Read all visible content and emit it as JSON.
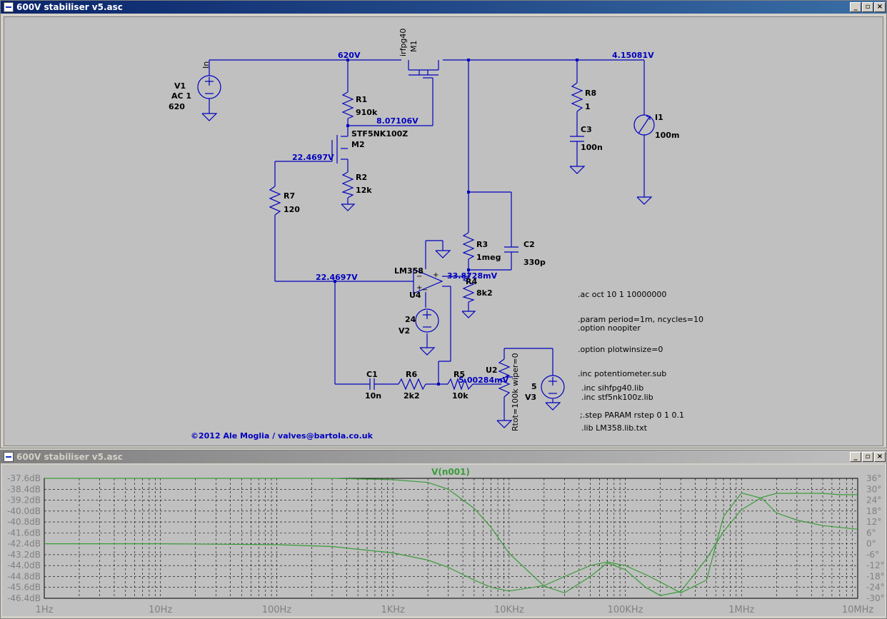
{
  "schematic_window": {
    "title": "600V stabiliser v5.asc",
    "node_labels": [
      "620V",
      "4.15081V",
      "8.07106V",
      "22.4697V",
      "22.4697V",
      "33.8728mV",
      "5.00284mV"
    ],
    "components": {
      "V1": {
        "name": "V1",
        "line2": "AC 1",
        "line3": "620",
        "net": "In"
      },
      "M1": {
        "name": "M1",
        "model": "irfpg40"
      },
      "R1": {
        "name": "R1",
        "value": "910k"
      },
      "M2": {
        "name": "M2",
        "model": "STF5NK100Z"
      },
      "R2": {
        "name": "R2",
        "value": "12k"
      },
      "R7": {
        "name": "R7",
        "value": "120"
      },
      "R8": {
        "name": "R8",
        "value": "1"
      },
      "C3": {
        "name": "C3",
        "value": "100n"
      },
      "I1": {
        "name": "I1",
        "value": "100m"
      },
      "R3": {
        "name": "R3",
        "value": "1meg"
      },
      "C2": {
        "name": "C2",
        "value": "330p"
      },
      "R4": {
        "name": "R4",
        "value": "8k2"
      },
      "U4": {
        "name": "U4",
        "model": "LM358"
      },
      "V2": {
        "name": "V2",
        "value": "24"
      },
      "C1": {
        "name": "C1",
        "value": "10n"
      },
      "R6": {
        "name": "R6",
        "value": "2k2"
      },
      "R5": {
        "name": "R5",
        "value": "10k"
      },
      "U2": {
        "name": "U2",
        "params": "Rtot=100k wiper=0"
      },
      "V3": {
        "name": "V3",
        "value": "5"
      }
    },
    "directives": [
      ".ac oct 10 1 10000000",
      ".param period=1m, ncycles=10",
      ".option noopiter",
      ".option plotwinsize=0",
      ".inc potentiometer.sub",
      ".inc sihfpg40.lib",
      ".inc stf5nk100z.lib",
      ";.step PARAM rstep 0 1 0.1",
      ".lib LM358.lib.txt"
    ],
    "copyright": "©2012 Ale Moglia / valves@bartola.co.uk"
  },
  "plot_window": {
    "title": "600V stabiliser v5.asc",
    "trace_label": "V(n001)",
    "y_left_ticks": [
      "-37.6dB",
      "-38.4dB",
      "-39.2dB",
      "-40.0dB",
      "-40.8dB",
      "-41.6dB",
      "-42.4dB",
      "-43.2dB",
      "-44.0dB",
      "-44.8dB",
      "-45.6dB",
      "-46.4dB"
    ],
    "y_right_ticks": [
      "36°",
      "30°",
      "24°",
      "18°",
      "12°",
      "6°",
      "0°",
      "-6°",
      "-12°",
      "-18°",
      "-24°",
      "-30°"
    ],
    "x_ticks": [
      "1Hz",
      "10Hz",
      "100Hz",
      "1KHz",
      "10KHz",
      "100KHz",
      "1MHz",
      "10MHz"
    ]
  },
  "chart_data": {
    "type": "line",
    "x_scale": "log",
    "xlim": [
      1,
      10000000
    ],
    "ylim": [
      -46.4,
      -37.6
    ],
    "y2lim": [
      -30,
      36
    ],
    "ylabel": "",
    "y2label": "",
    "grid": true,
    "series": [
      {
        "name": "V(n001)",
        "axis": "magnitude_dB",
        "x": [
          1,
          10,
          100,
          300,
          1000,
          2000,
          3000,
          5000,
          7000,
          10000,
          20000,
          30000,
          50000,
          70000,
          100000,
          150000,
          200000,
          300000,
          500000,
          700000,
          1000000,
          1500000,
          2000000,
          3000000,
          5000000,
          7000000,
          10000000
        ],
        "y": [
          -37.6,
          -37.6,
          -37.6,
          -37.6,
          -37.7,
          -37.9,
          -38.4,
          -39.8,
          -41.2,
          -43.1,
          -45.5,
          -46.0,
          -44.8,
          -43.8,
          -44.3,
          -45.6,
          -46.2,
          -45.9,
          -43.5,
          -41.5,
          -39.9,
          -39.0,
          -38.7,
          -38.7,
          -38.7,
          -38.8,
          -38.8
        ]
      },
      {
        "name": "",
        "axis": "phase_deg",
        "x": [
          1,
          10,
          100,
          300,
          1000,
          2000,
          3000,
          5000,
          7000,
          10000,
          20000,
          30000,
          50000,
          70000,
          100000,
          150000,
          200000,
          300000,
          500000,
          700000,
          1000000,
          1500000,
          2000000,
          3000000,
          5000000,
          7000000,
          10000000
        ],
        "y": [
          0,
          0,
          -0.5,
          -1.5,
          -5,
          -9,
          -13,
          -20,
          -24,
          -26,
          -23,
          -18,
          -12,
          -10,
          -12,
          -17,
          -21,
          -27,
          -20,
          15,
          28,
          25,
          17,
          13,
          10,
          9,
          8
        ]
      }
    ]
  },
  "colors": {
    "wire": "#0000c0",
    "label": "#0000c0",
    "trace": "#3a9b3a",
    "title_active": "#0a246a"
  }
}
